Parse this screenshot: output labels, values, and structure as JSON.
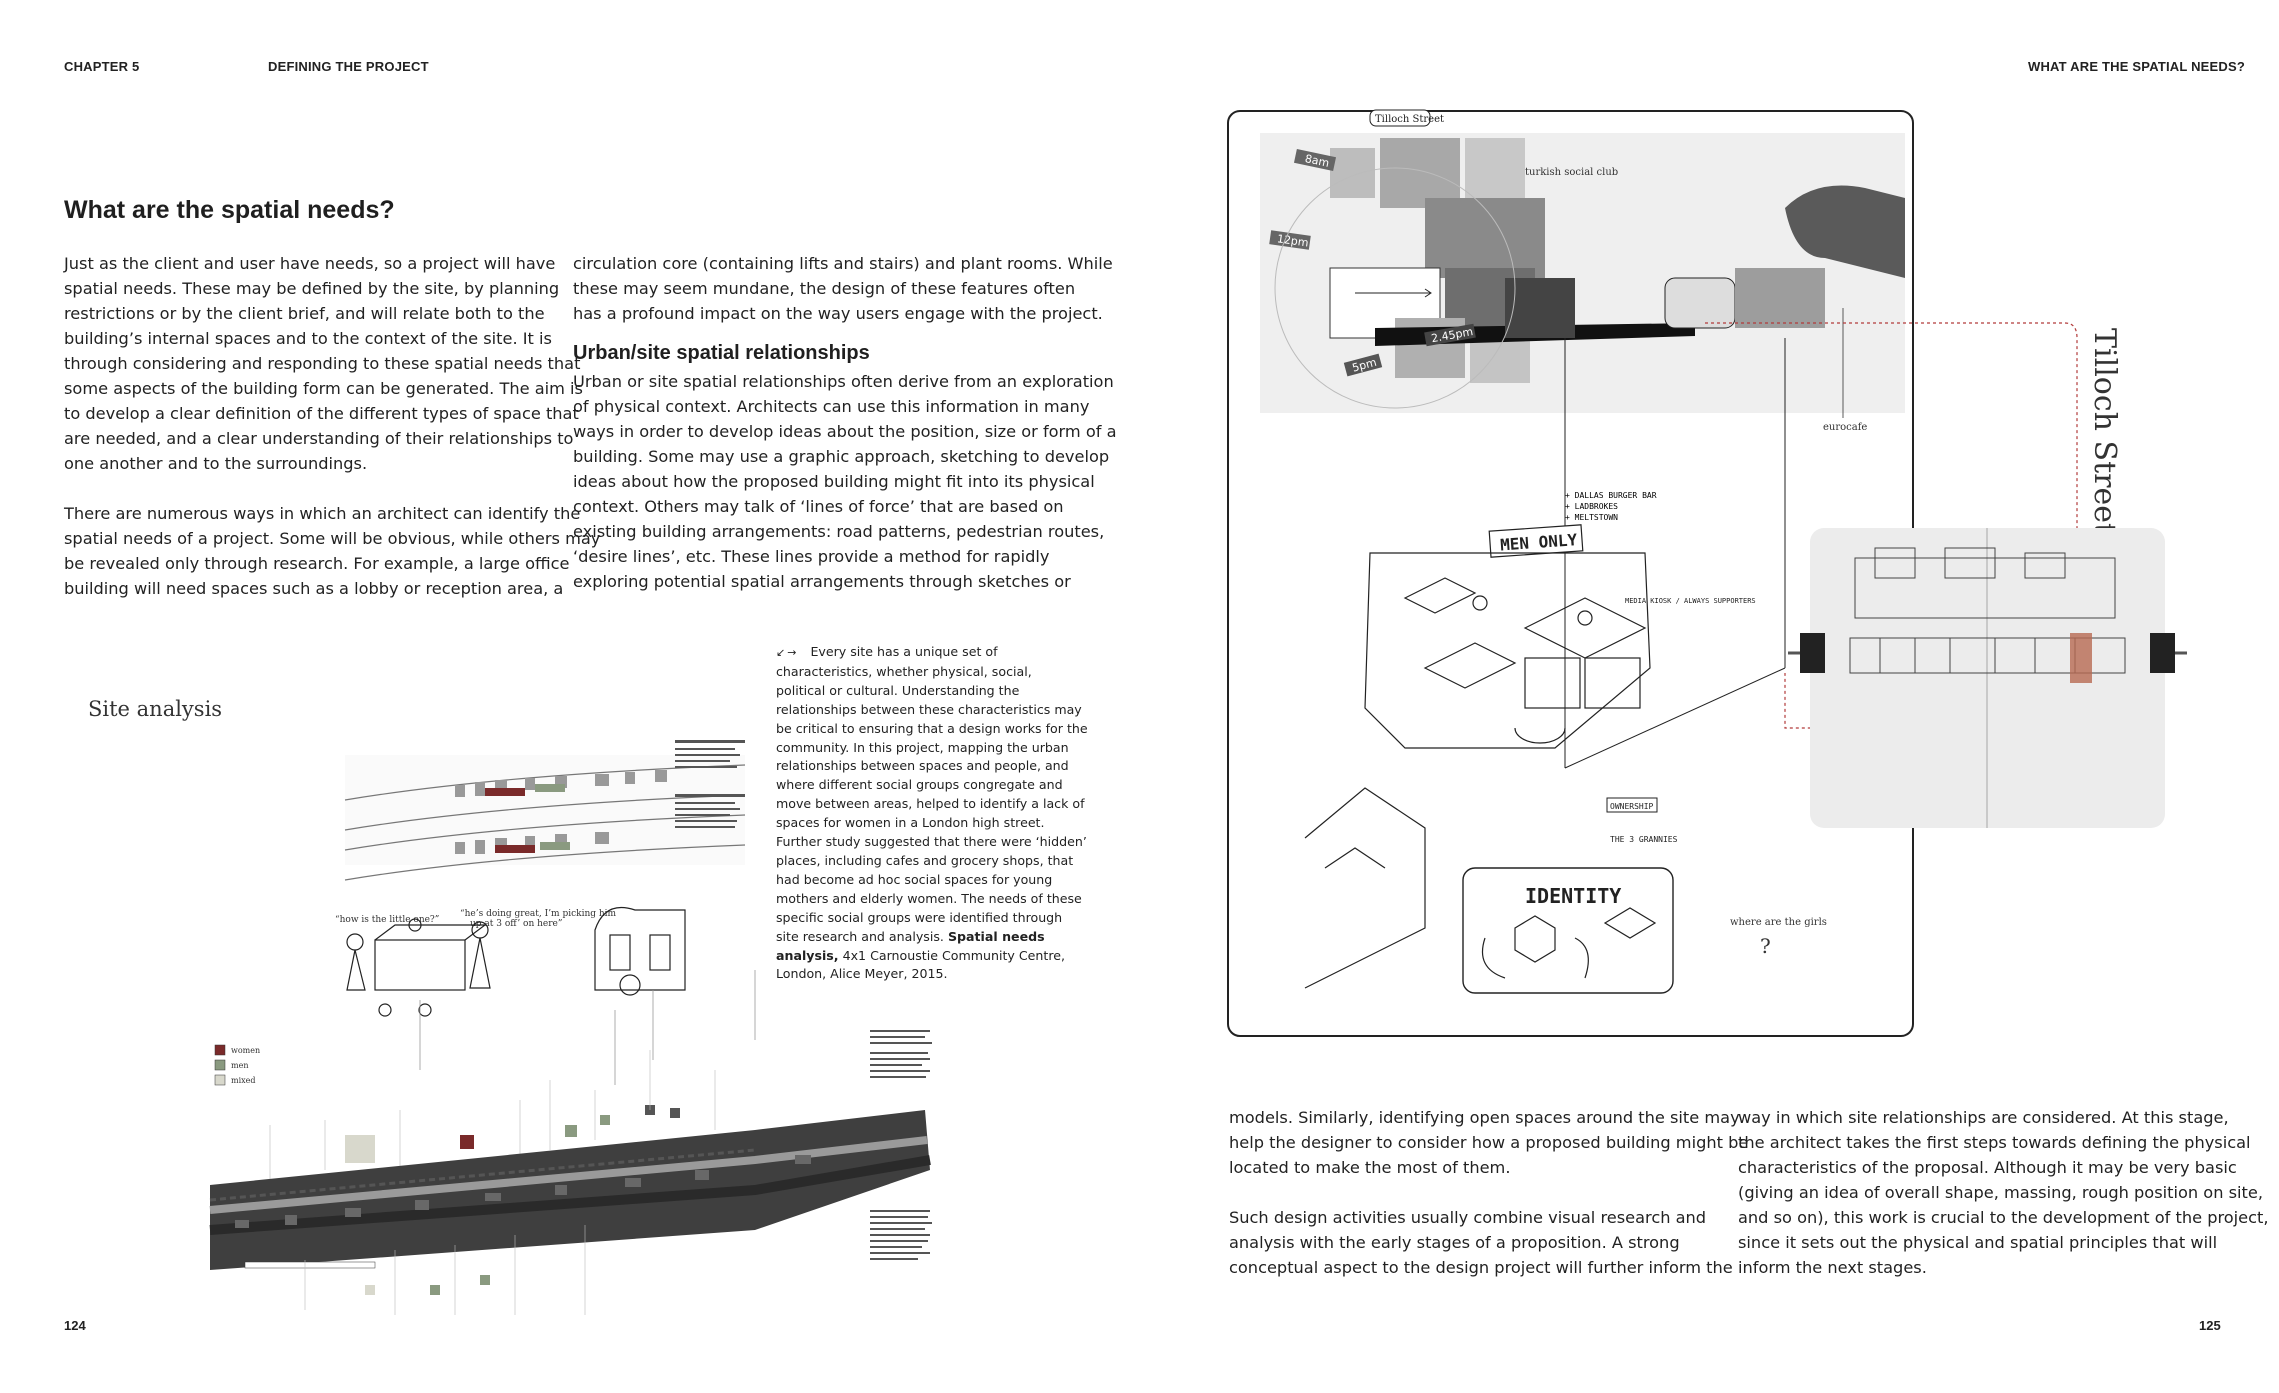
{
  "header": {
    "chapter": "CHAPTER 5",
    "section": "DEFINING THE PROJECT",
    "right_title": "WHAT ARE THE SPATIAL NEEDS?"
  },
  "left_page": {
    "title": "What are the spatial needs?",
    "col1_lines": [
      "Just as the client and user have needs, so a project will have",
      "spatial needs. These may be defined by the site, by planning",
      "restrictions or by the client brief, and will relate both to the",
      "building’s internal spaces and to the context of the site. It is",
      "through considering and responding to these spatial needs that",
      "some aspects of the building form can be generated. The aim is",
      "to develop a clear definition of the different types of space that",
      "are needed, and a clear understanding of their relationships to",
      "one another and to the surroundings."
    ],
    "col1_lines_b": [
      "There are numerous ways in which an architect can identify the",
      "spatial needs of a project. Some will be obvious, while others may",
      "be revealed only through research. For example, a large office",
      "building will need spaces such as a lobby or reception area, a"
    ],
    "col2_lines": [
      "circulation core (containing lifts and stairs) and plant rooms. While",
      "these may seem mundane, the design of these features often",
      "has a profound impact on the way users engage with the project."
    ],
    "subheading": "Urban/site spatial relationships",
    "col2_lines_b": [
      "Urban or site spatial relationships often derive from an exploration",
      "of physical context. Architects can use this information in many",
      "ways in order to develop ideas about the position, size or form of a",
      "building. Some may use a graphic approach, sketching to develop",
      "ideas about how the proposed building might fit into its physical",
      "context. Others may talk of ‘lines of force’ that are based on",
      "existing building arrangements: road patterns, pedestrian routes,",
      "‘desire lines’, etc. These lines provide a method for rapidly",
      "exploring potential spatial arrangements through sketches or"
    ],
    "caption_arrows": "↙→",
    "caption_lines": [
      "Every site has a unique set of",
      "characteristics, whether physical, social,",
      "political or cultural. Understanding the",
      "relationships between these characteristics may",
      "be critical to ensuring that a design works for the",
      "community. In this project, mapping the urban",
      "relationships between spaces and people, and",
      "where different social groups congregate and",
      "move between areas, helped to identify a lack of",
      "spaces for women in a London high street.",
      "Further study suggested that there were ‘hidden’",
      "places, including cafes and grocery shops, that",
      "had become ad hoc social spaces for young",
      "mothers and elderly women. The needs of these",
      "specific social groups were identified through",
      "site research and analysis."
    ],
    "caption_bold": "Spatial needs",
    "caption_bold2": "analysis,",
    "caption_tail": " 4x1 Carnoustie Community Centre,",
    "caption_last": "London, Alice Meyer, 2015.",
    "figure_title": "Site analysis",
    "speech1": "“how is the little one?”",
    "speech2": "“he’s doing great, I’m picking him",
    "speech2b": "up at 3 off’ on here”",
    "legend": [
      "women",
      "men",
      "mixed"
    ],
    "page_number": "124"
  },
  "right_page": {
    "street_tag": "Tilloch Street",
    "street_vertical": "Tilloch Street",
    "turkish_label": "turkish social club",
    "eurocafe_label": "eurocafe",
    "sign_men_only": "MEN ONLY",
    "sign_identity": "IDENTITY",
    "where_label": "where are the girls",
    "question": "?",
    "notes_list": [
      "+ DALLAS BURGER BAR",
      "+ LADBROKES",
      "+ MELTSTOWN"
    ],
    "sketch_note": "MEDIA KIOSK / ALWAYS SUPPORTERS",
    "ownership_note": "OWNERSHIP",
    "grannies_note": "THE 3 GRANNIES",
    "time_tags": [
      "8am",
      "12pm",
      "2.45pm",
      "5pm"
    ],
    "col1_lines": [
      "models. Similarly, identifying open spaces around the site may",
      "help the designer to consider how a proposed building might be",
      "located to make the most of them."
    ],
    "col1_lines_b": [
      "Such design activities usually combine visual research and",
      "analysis with the early stages of a proposition. A strong",
      "conceptual aspect to the design project will further inform the"
    ],
    "col2_lines": [
      "way in which site relationships are considered. At this stage,",
      "the architect takes the first steps towards defining the physical",
      "characteristics of the proposal. Although it may be very basic",
      "(giving an idea of overall shape, massing, rough position on site,",
      "and so on), this work is crucial to the development of the project,",
      "since it sets out the physical and spatial principles that will",
      "inform the next stages."
    ],
    "page_number": "125"
  },
  "colors": {
    "accent_red": "#b23b3b",
    "women": "#7a2a2a",
    "men": "#8a9a80",
    "mixed": "#d8d8cc"
  }
}
